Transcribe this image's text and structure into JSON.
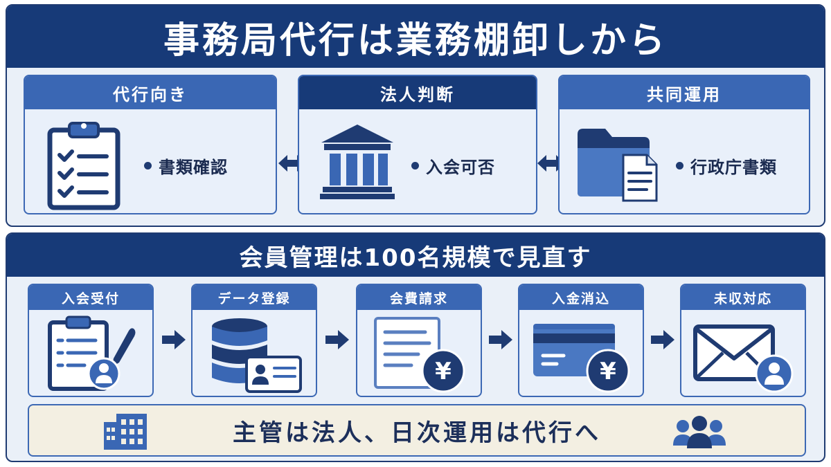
{
  "top": {
    "title": "事務局代行は業務棚卸しから",
    "cards": [
      {
        "label": "代行向き",
        "item": "書類確認",
        "icon": "clipboard-checklist-icon"
      },
      {
        "label": "法人判断",
        "item": "入会可否",
        "icon": "bank-building-icon"
      },
      {
        "label": "共同運用",
        "item": "行政庁書類",
        "icon": "folder-document-icon"
      }
    ]
  },
  "bottom": {
    "title": "会員管理は100名規模で見直す",
    "steps": [
      {
        "label": "入会受付",
        "icon": "application-form-icon"
      },
      {
        "label": "データ登録",
        "icon": "database-id-card-icon"
      },
      {
        "label": "会費請求",
        "icon": "invoice-yen-icon"
      },
      {
        "label": "入金消込",
        "icon": "card-yen-icon"
      },
      {
        "label": "未収対応",
        "icon": "envelope-person-icon"
      }
    ],
    "footer": "主管は法人、日次運用は代行へ"
  },
  "colors": {
    "navy": "#173a78",
    "blue": "#3a67b4",
    "panel": "#eaf0f8",
    "footer": "#f3efe2"
  }
}
